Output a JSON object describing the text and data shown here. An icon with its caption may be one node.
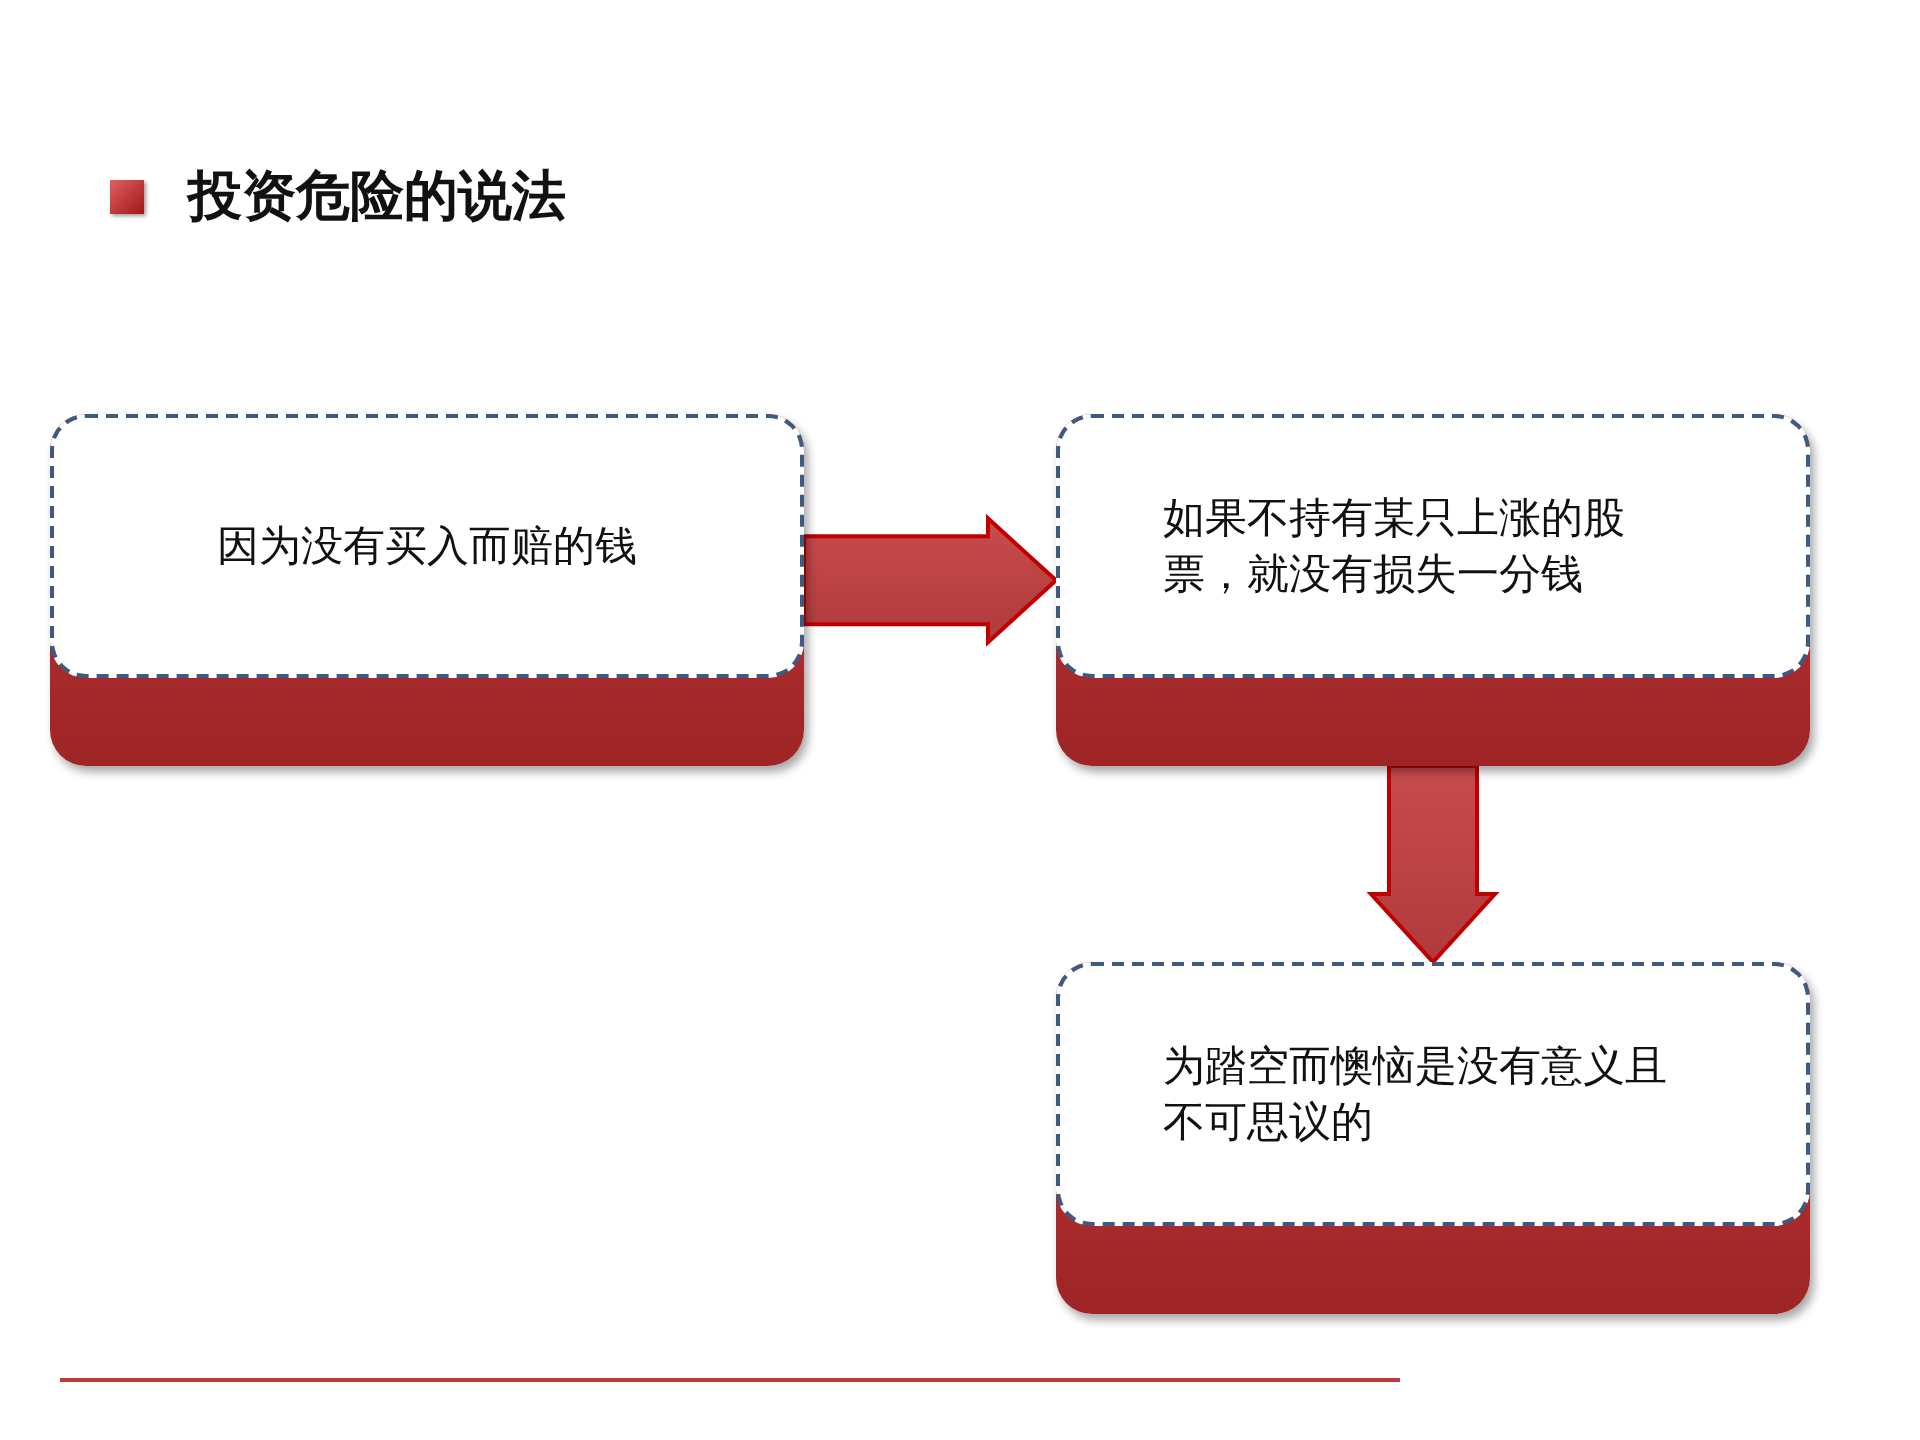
{
  "diagram": {
    "title": "投资危险的说法",
    "nodes": [
      {
        "text": [
          "因为没有买入而赔的钱"
        ]
      },
      {
        "text": [
          "如果不持有某只上涨的股票，就没有损失一分钱"
        ]
      },
      {
        "text": [
          "为踏空而懊恼是没有意义且不可思议的"
        ]
      }
    ],
    "edges": [
      {
        "from": 0,
        "to": 1,
        "arrow": "to"
      },
      {
        "from": 1,
        "to": 2,
        "arrow": "to"
      }
    ]
  }
}
